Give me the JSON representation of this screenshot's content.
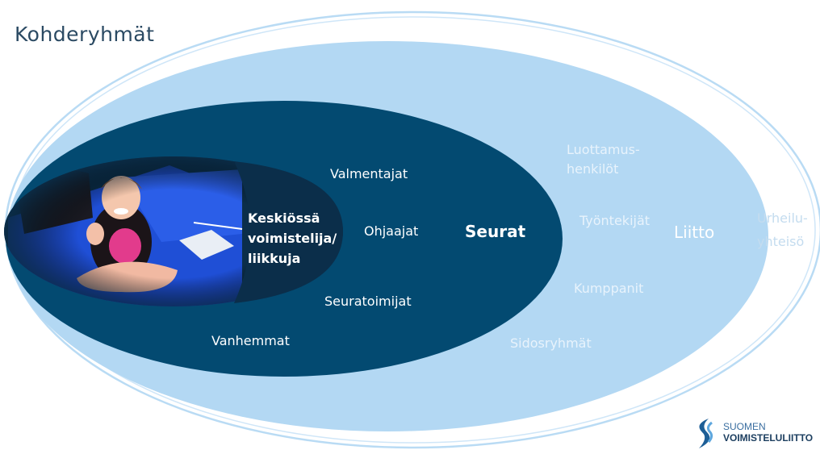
{
  "title": "Kohderyhmät",
  "colors": {
    "outer_line": "#b9dbf4",
    "liitto_fill": "#b3d8f3",
    "seurat_fill": "#034a71",
    "center_fill": "#0b2e4a"
  },
  "labels": {
    "urheiluyhteiso_l1": "Urheilu-",
    "urheiluyhteiso_l2": "yhteisö",
    "liitto": "Liitto",
    "luottamus_l1": "Luottamus-",
    "luottamus_l2": "henkilöt",
    "tyontekijat": "Työntekijät",
    "kumppanit": "Kumppanit",
    "sidosryhmat": "Sidosryhmät",
    "seurat": "Seurat",
    "valmentajat": "Valmentajat",
    "ohjaajat": "Ohjaajat",
    "seuratoimijat": "Seuratoimijat",
    "vanhemmat": "Vanhemmat",
    "center_l1": "Keskiössä",
    "center_l2": "voimistelija/",
    "center_l3": "liikkuja"
  },
  "logo": {
    "line1": "SUOMEN",
    "line2": "VOIMISTELULIITTO",
    "icon": "swoosh-logo-icon"
  },
  "photo": {
    "icon": "gymnast-photo"
  }
}
